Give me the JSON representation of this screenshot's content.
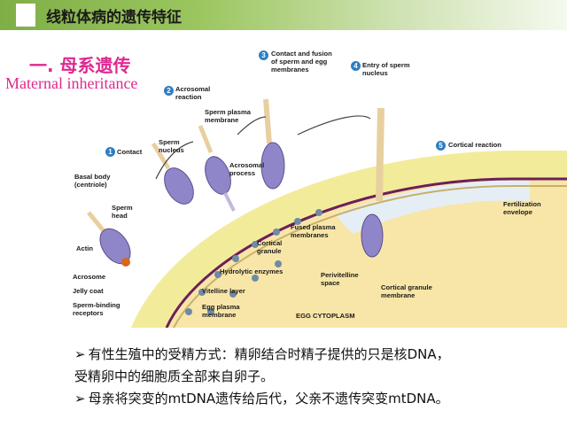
{
  "header": {
    "title": "线粒体病的遗传特征"
  },
  "section": {
    "title_cn": "一. 母系遗传",
    "title_en": "Maternal inheritance"
  },
  "diagram": {
    "labels": {
      "contact": "Contact",
      "basal_body": "Basal body\n(centriole)",
      "sperm_head": "Sperm\nhead",
      "actin": "Actin",
      "acrosome": "Acrosome",
      "jelly_coat": "Jelly coat",
      "sperm_binding": "Sperm-binding\nreceptors",
      "acrosomal_reaction": "Acrosomal\nreaction",
      "sperm_nucleus": "Sperm\nnucleus",
      "sperm_plasma_membrane": "Sperm plasma\nmembrane",
      "acrosomal_process": "Acrosomal\nprocess",
      "cortical_granule": "Cortical\ngranule",
      "hydrolytic_enzymes": "Hydrolytic enzymes",
      "vitelline_layer": "Vitelline layer",
      "egg_plasma_membrane": "Egg plasma\nmembrane",
      "contact_fusion": "Contact and fusion\nof sperm and egg\nmembranes",
      "fused_plasma": "Fused plasma\nmembranes",
      "perivitelline": "Perivitelline\nspace",
      "egg_cytoplasm": "EGG CYTOPLASM",
      "entry_sperm": "Entry of sperm\nnucleus",
      "cortical_reaction": "Cortical reaction",
      "fertilization_envelope": "Fertilization\nenvelope",
      "cortical_granule_membrane": "Cortical granule\nmembrane"
    },
    "step_numbers": [
      "1",
      "2",
      "3",
      "4",
      "5"
    ],
    "colors": {
      "egg": "#f8e6a8",
      "jelly": "#f2ec9a",
      "vitelline": "#6e1e5a",
      "sperm": "#8f86c9",
      "step": "#2e7fc1"
    }
  },
  "bullets": [
    {
      "arrow": "➢",
      "text": "有性生殖中的受精方式：精卵结合时精子提供的只是核DNA，"
    },
    {
      "arrow": "",
      "text": "受精卵中的细胞质全部来自卵子。"
    },
    {
      "arrow": "➢",
      "text": "母亲将突变的mtDNA遗传给后代，父亲不遗传突变mtDNA。"
    }
  ]
}
